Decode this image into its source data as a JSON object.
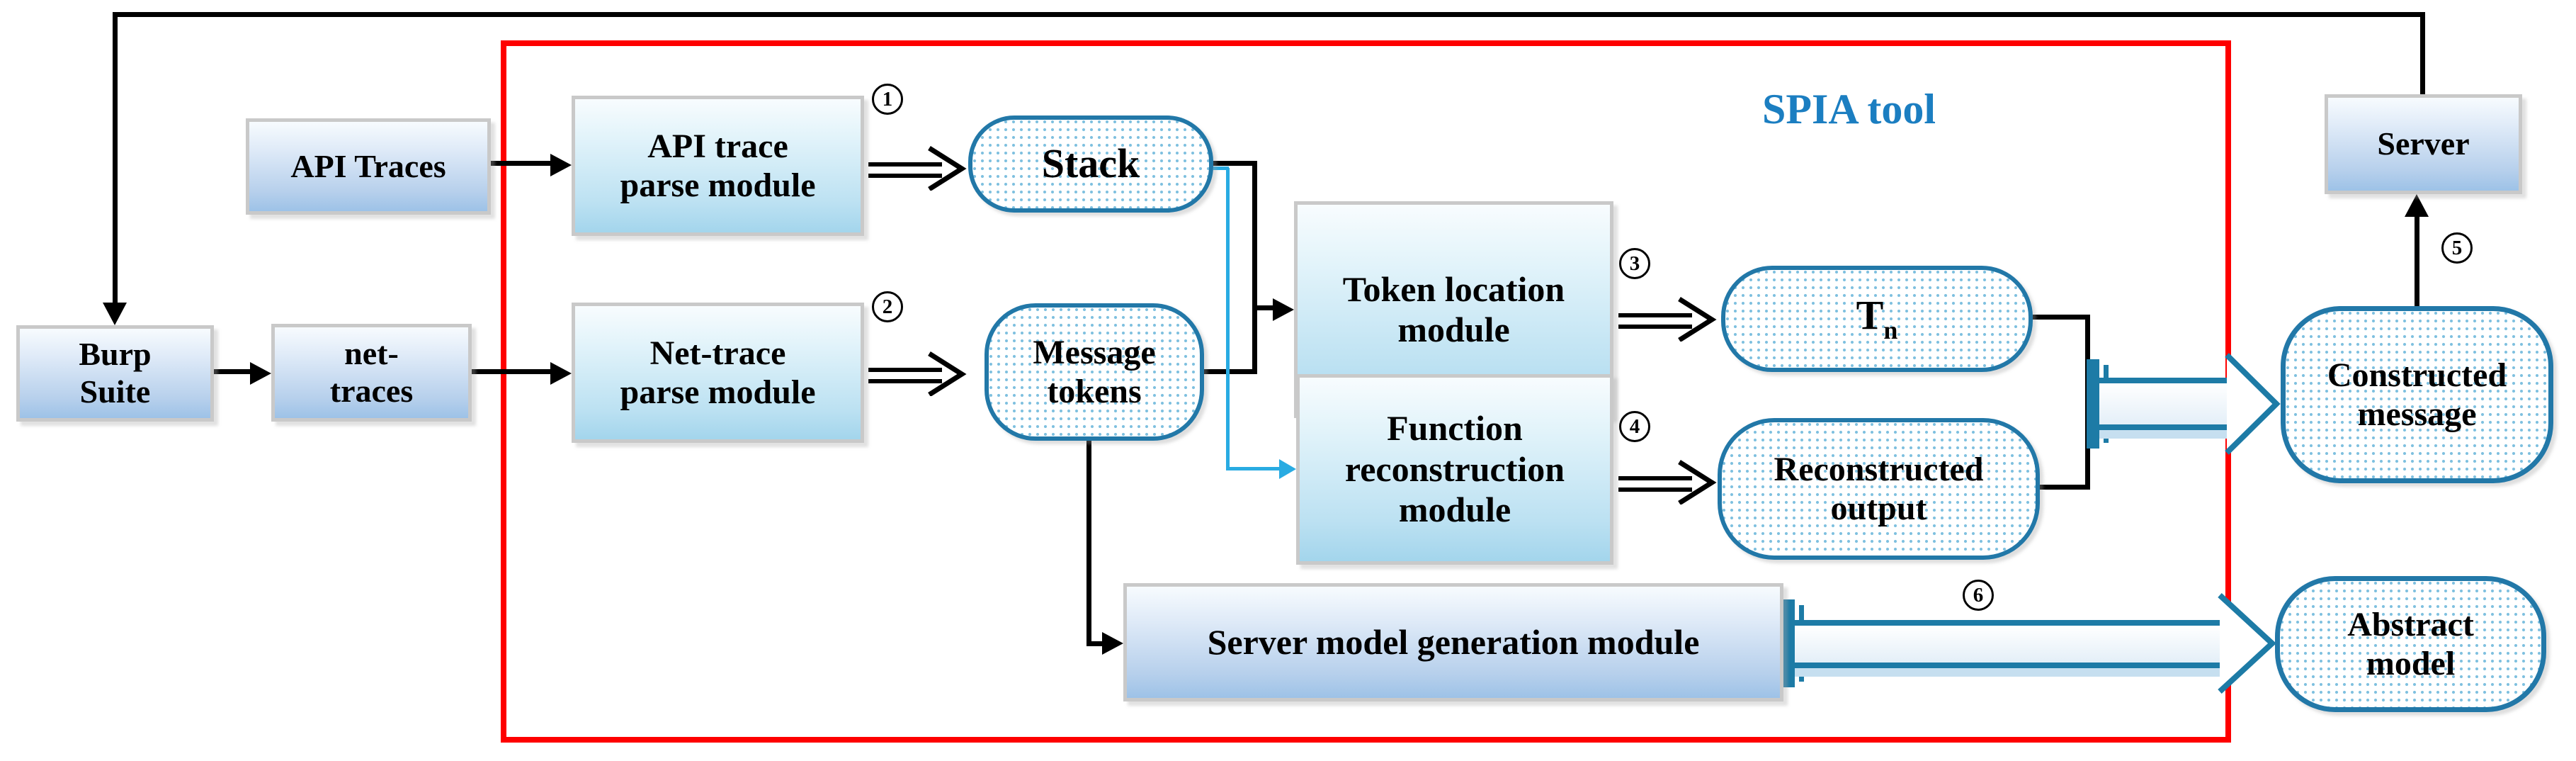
{
  "diagram": {
    "title": "SPIA tool",
    "nodes": {
      "burp_suite": {
        "label": "Burp\nSuite"
      },
      "net_traces": {
        "label": "net-\ntraces"
      },
      "api_traces": {
        "label": "API Traces"
      },
      "api_trace_parse": {
        "label": "API trace\nparse module"
      },
      "net_trace_parse": {
        "label": "Net-trace\nparse module"
      },
      "stack": {
        "label": "Stack"
      },
      "message_tokens": {
        "label": "Message\ntokens"
      },
      "token_location": {
        "label": "Token location\nmodule"
      },
      "function_reconstruction": {
        "label": "Function\nreconstruction\nmodule"
      },
      "tn": {
        "base": "T",
        "subscript": "n"
      },
      "reconstructed_output": {
        "label": "Reconstructed\noutput"
      },
      "server_model_generation": {
        "label": "Server model generation module"
      },
      "constructed_message": {
        "label": "Constructed\nmessage"
      },
      "abstract_model": {
        "label": "Abstract\nmodel"
      },
      "server": {
        "label": "Server"
      }
    },
    "steps": {
      "s1": "1",
      "s2": "2",
      "s3": "3",
      "s4": "4",
      "s5": "5",
      "s6": "6"
    },
    "colors": {
      "frame_red": "#fe0000",
      "shape_border_teal": "#2278a8",
      "block_arrow_teal": "#1d7ba6",
      "flow_line_blue": "#29abe2",
      "title_blue": "#1b7ec1",
      "box_fill_blue": "#9dc2e7",
      "box_fill_cyan": "#a3d5ec"
    }
  }
}
